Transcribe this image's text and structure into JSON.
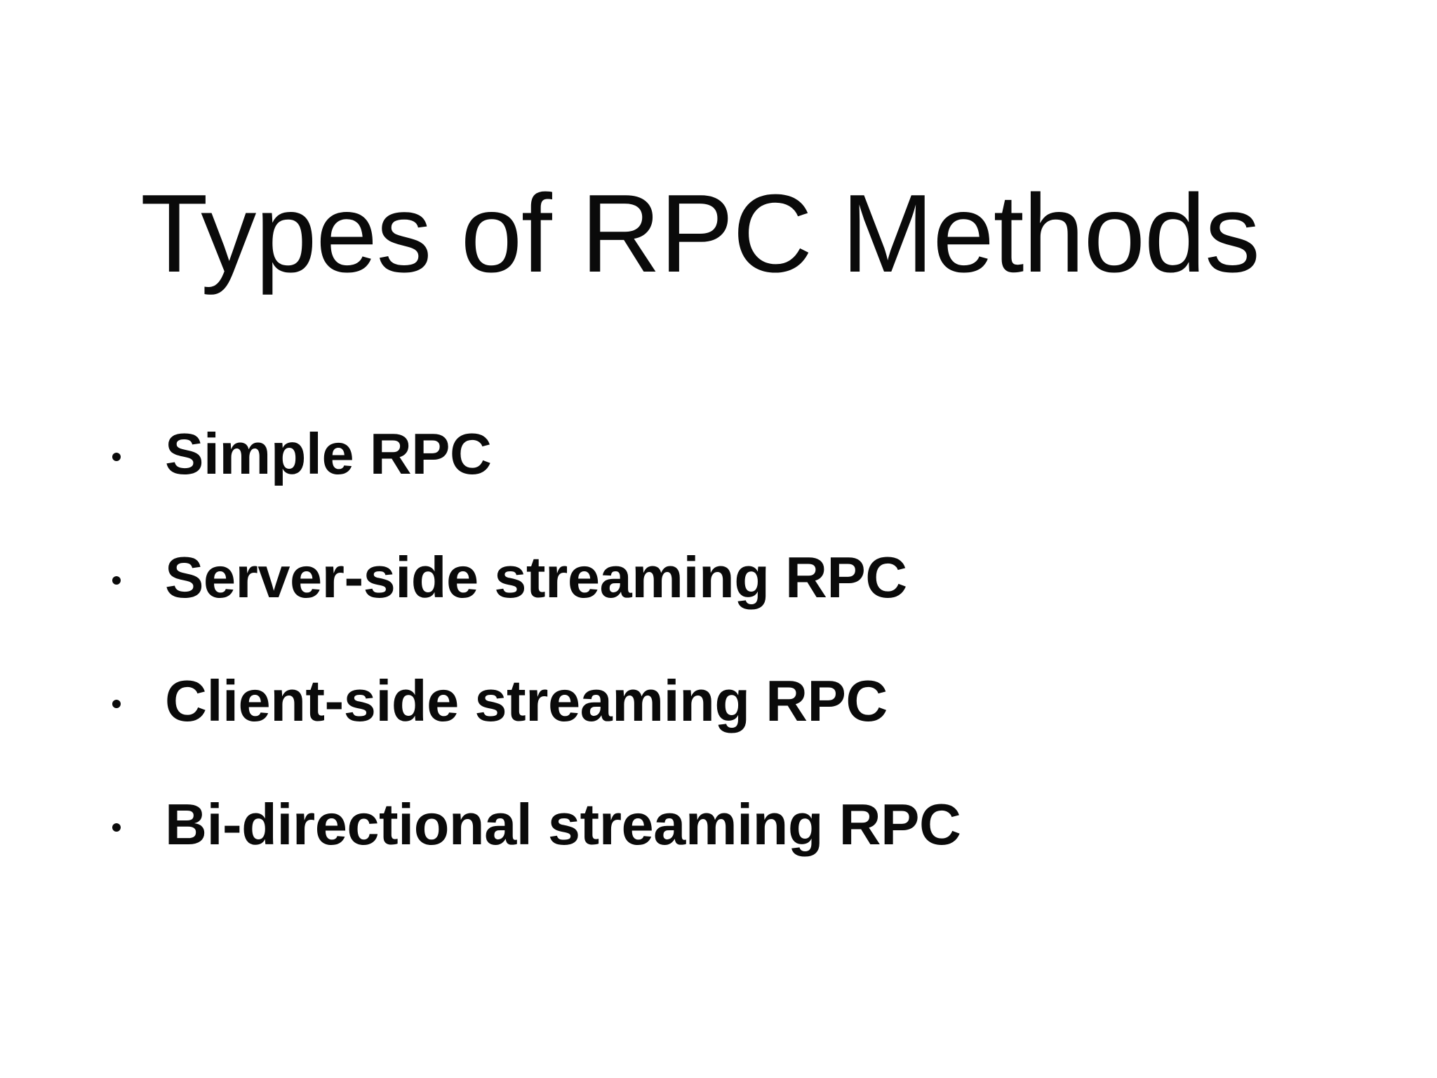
{
  "slide": {
    "background_color": "#ffffff",
    "text_color": "#0a0a0a",
    "title": "Types of RPC Methods",
    "bullets": [
      {
        "marker": "bullet-dot",
        "label": "Simple RPC"
      },
      {
        "marker": "bullet-dot",
        "label": "Server-side streaming RPC"
      },
      {
        "marker": "bullet-dot",
        "label": "Client-side streaming RPC"
      },
      {
        "marker": "bullet-dot",
        "label": "Bi-directional streaming RPC"
      }
    ]
  }
}
